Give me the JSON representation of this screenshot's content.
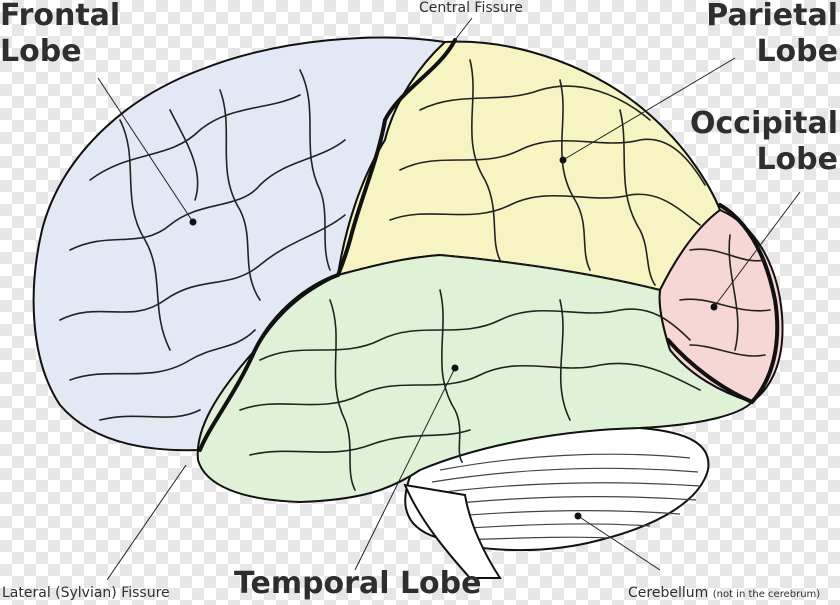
{
  "labels": {
    "frontal": [
      "Frontal",
      "Lobe"
    ],
    "parietal": [
      "Parietal",
      "Lobe"
    ],
    "occipital": [
      "Occipital",
      "Lobe"
    ],
    "temporal": "Temporal Lobe",
    "central_fissure": "Central Fissure",
    "lateral_fissure": "Lateral (Sylvian) Fissure",
    "cerebellum": "Cerebellum",
    "cerebellum_note": "(not in the cerebrum)"
  },
  "colors": {
    "frontal": "#e2e9f5",
    "parietal": "#f7f4c4",
    "occipital": "#f7d6d6",
    "temporal": "#dff2d8",
    "cerebellum": "#ffffff",
    "outline": "#111111",
    "text": "#2e2e2e"
  }
}
